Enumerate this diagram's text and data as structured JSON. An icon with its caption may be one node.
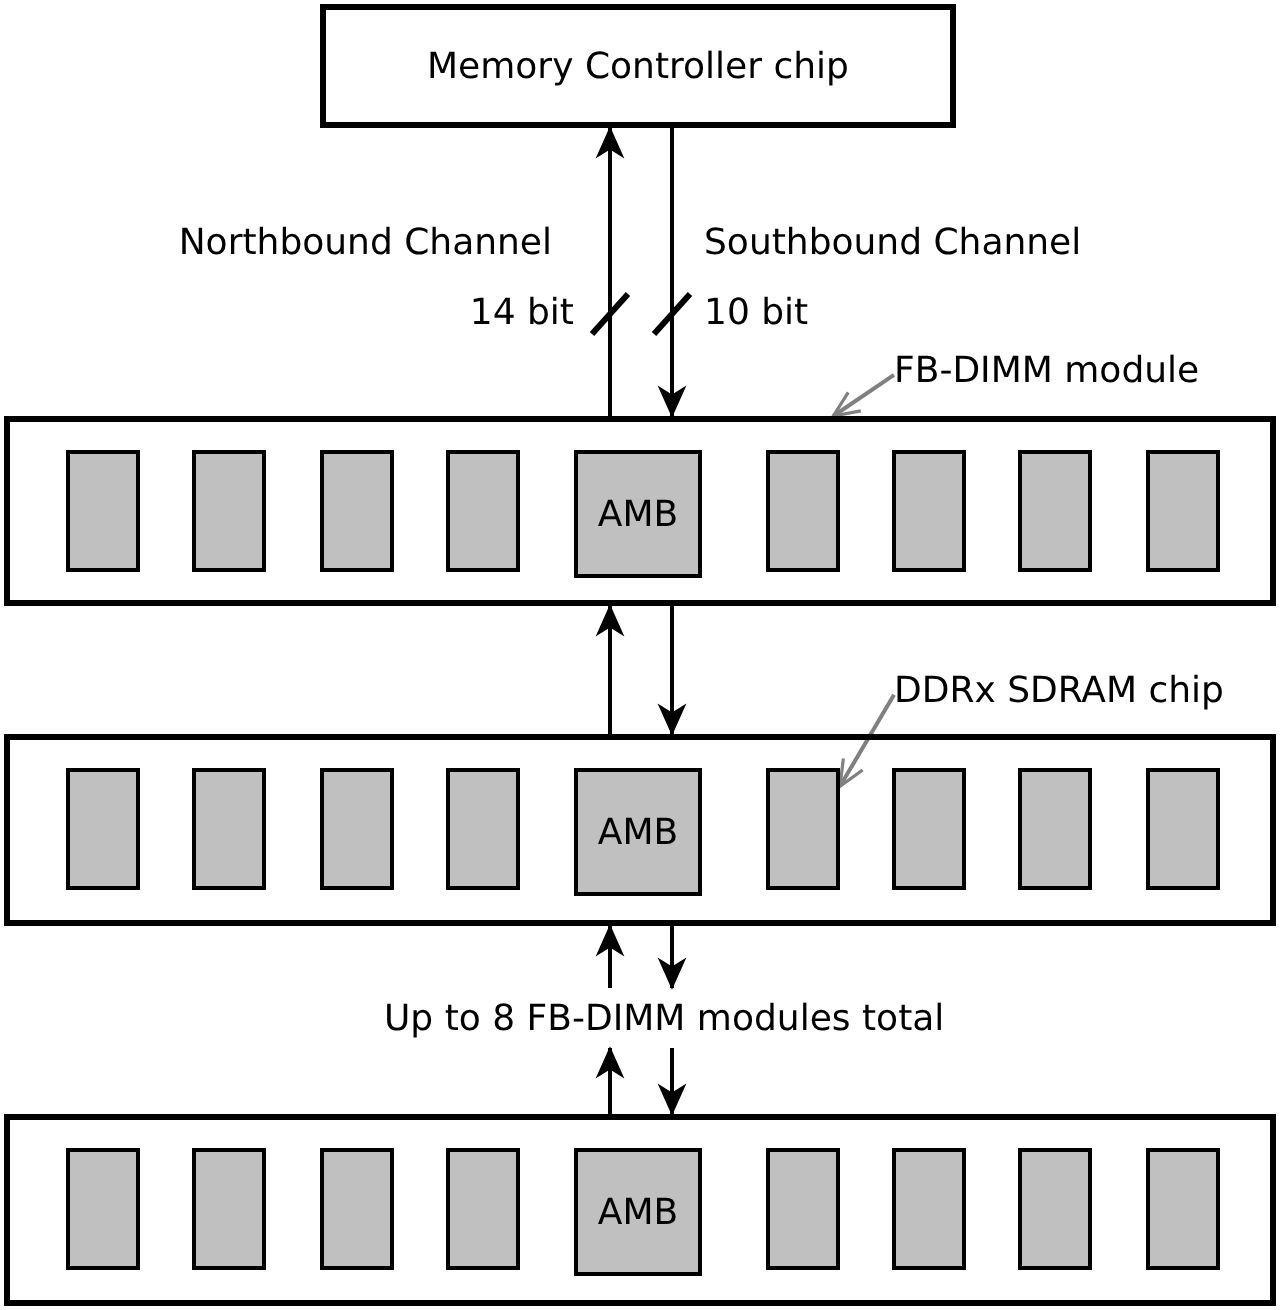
{
  "diagram": {
    "nodes": [
      {
        "text": [
          "Memory Controller chip"
        ]
      },
      {
        "text": [
          "FB-DIMM module"
        ]
      },
      {
        "text": [],
        "shape": "box"
      },
      {
        "text": [],
        "shape": "box",
        "in": 2
      },
      {
        "text": [],
        "shape": "box",
        "in": 2
      },
      {
        "text": [],
        "shape": "box",
        "in": 2
      },
      {
        "text": [],
        "shape": "box",
        "in": 2
      },
      {
        "text": [
          "AMB"
        ],
        "in": 2
      },
      {
        "text": [],
        "shape": "box",
        "in": 2
      },
      {
        "text": [],
        "shape": "box",
        "in": 2
      },
      {
        "text": [],
        "shape": "box",
        "in": 2
      },
      {
        "text": [],
        "shape": "box",
        "in": 2
      },
      {
        "text": [
          "DDRx SDRAM chip"
        ]
      },
      {
        "text": [],
        "shape": "box"
      },
      {
        "text": [],
        "shape": "box",
        "in": 13
      },
      {
        "text": [],
        "shape": "box",
        "in": 13
      },
      {
        "text": [],
        "shape": "box",
        "in": 13
      },
      {
        "text": [],
        "shape": "box",
        "in": 13
      },
      {
        "text": [
          "AMB"
        ],
        "in": 13
      },
      {
        "text": [],
        "shape": "box",
        "in": 13
      },
      {
        "text": [],
        "shape": "box",
        "in": 13
      },
      {
        "text": [],
        "shape": "box",
        "in": 13
      },
      {
        "text": [],
        "shape": "box",
        "in": 13
      },
      {
        "text": [
          "Up to 8 FB-DIMM modules total"
        ]
      },
      {
        "text": [],
        "shape": "box"
      },
      {
        "text": [],
        "shape": "box",
        "in": 24
      },
      {
        "text": [],
        "shape": "box",
        "in": 24
      },
      {
        "text": [],
        "shape": "box",
        "in": 24
      },
      {
        "text": [],
        "shape": "box",
        "in": 24
      },
      {
        "text": [
          "AMB"
        ],
        "in": 24
      },
      {
        "text": [],
        "shape": "box",
        "in": 24
      },
      {
        "text": [],
        "shape": "box",
        "in": 24
      },
      {
        "text": [],
        "shape": "box",
        "in": 24
      },
      {
        "text": [],
        "shape": "box",
        "in": 24
      }
    ],
    "edges": [
      {
        "from": 2,
        "to": 0,
        "arrow": "to"
      },
      {
        "from": 0,
        "to": 2,
        "arrow": "to"
      },
      {
        "from": 13,
        "to": 2,
        "arrow": "to"
      },
      {
        "from": 2,
        "to": 13,
        "arrow": "to"
      },
      {
        "from": 23,
        "to": 13,
        "arrow": "to"
      },
      {
        "from": 13,
        "to": 23,
        "arrow": "to"
      },
      {
        "from": 24,
        "to": 23,
        "arrow": "to"
      },
      {
        "from": 23,
        "to": 24,
        "arrow": "to"
      },
      {
        "from": 1,
        "to": 2,
        "arrow": "to",
        "color": "#808080"
      },
      {
        "from": 12,
        "to": 19,
        "arrow": "to",
        "color": "#808080"
      }
    ],
    "labels": [
      "Northbound Channel",
      "Southbound Channel",
      "14 bit",
      "10 bit"
    ]
  }
}
